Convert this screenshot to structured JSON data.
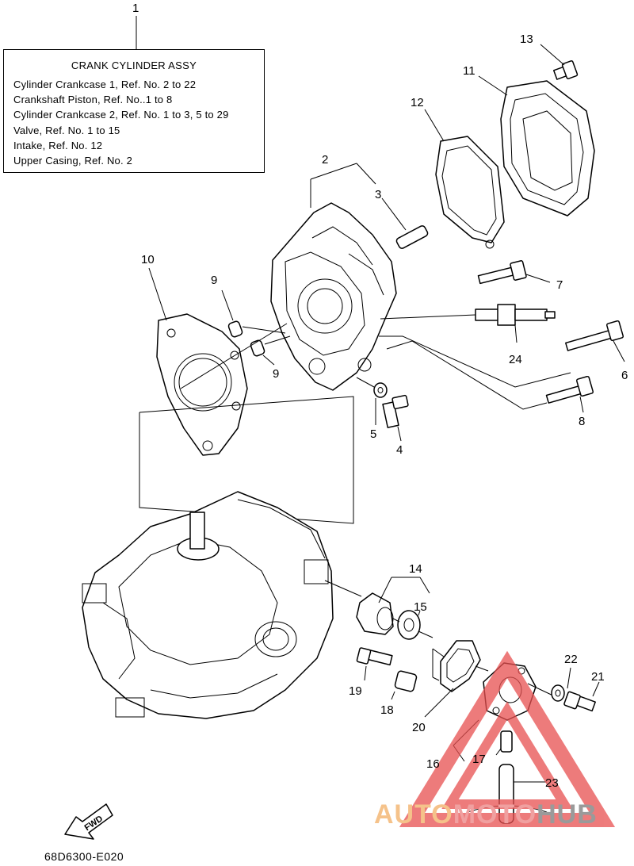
{
  "info_box": {
    "title": "CRANK CYLINDER ASSY",
    "lines": [
      "Cylinder Crankcase 1,  Ref. No. 2 to 22",
      "Crankshaft Piston,  Ref. No..1 to 8",
      "Cylinder Crankcase 2,  Ref. No. 1 to 3, 5 to 29",
      "Valve,  Ref. No. 1 to 15",
      "Intake,  Ref. No. 12",
      "Upper Casing,  Ref. No. 2"
    ]
  },
  "callouts": [
    "1",
    "2",
    "3",
    "4",
    "5",
    "6",
    "7",
    "8",
    "9",
    "9",
    "10",
    "11",
    "12",
    "13",
    "14",
    "15",
    "16",
    "17",
    "18",
    "19",
    "20",
    "21",
    "22",
    "23",
    "24"
  ],
  "fwd_label": "FWD",
  "diagram_code": "68D6300-E020",
  "watermark": {
    "part1": "AUTO",
    "part2": "MOTO",
    "part3": "HUB"
  },
  "colors": {
    "watermark_red": "#e85050",
    "watermark_orange": "#f5c28a",
    "watermark_gray": "#9a9a9a"
  }
}
